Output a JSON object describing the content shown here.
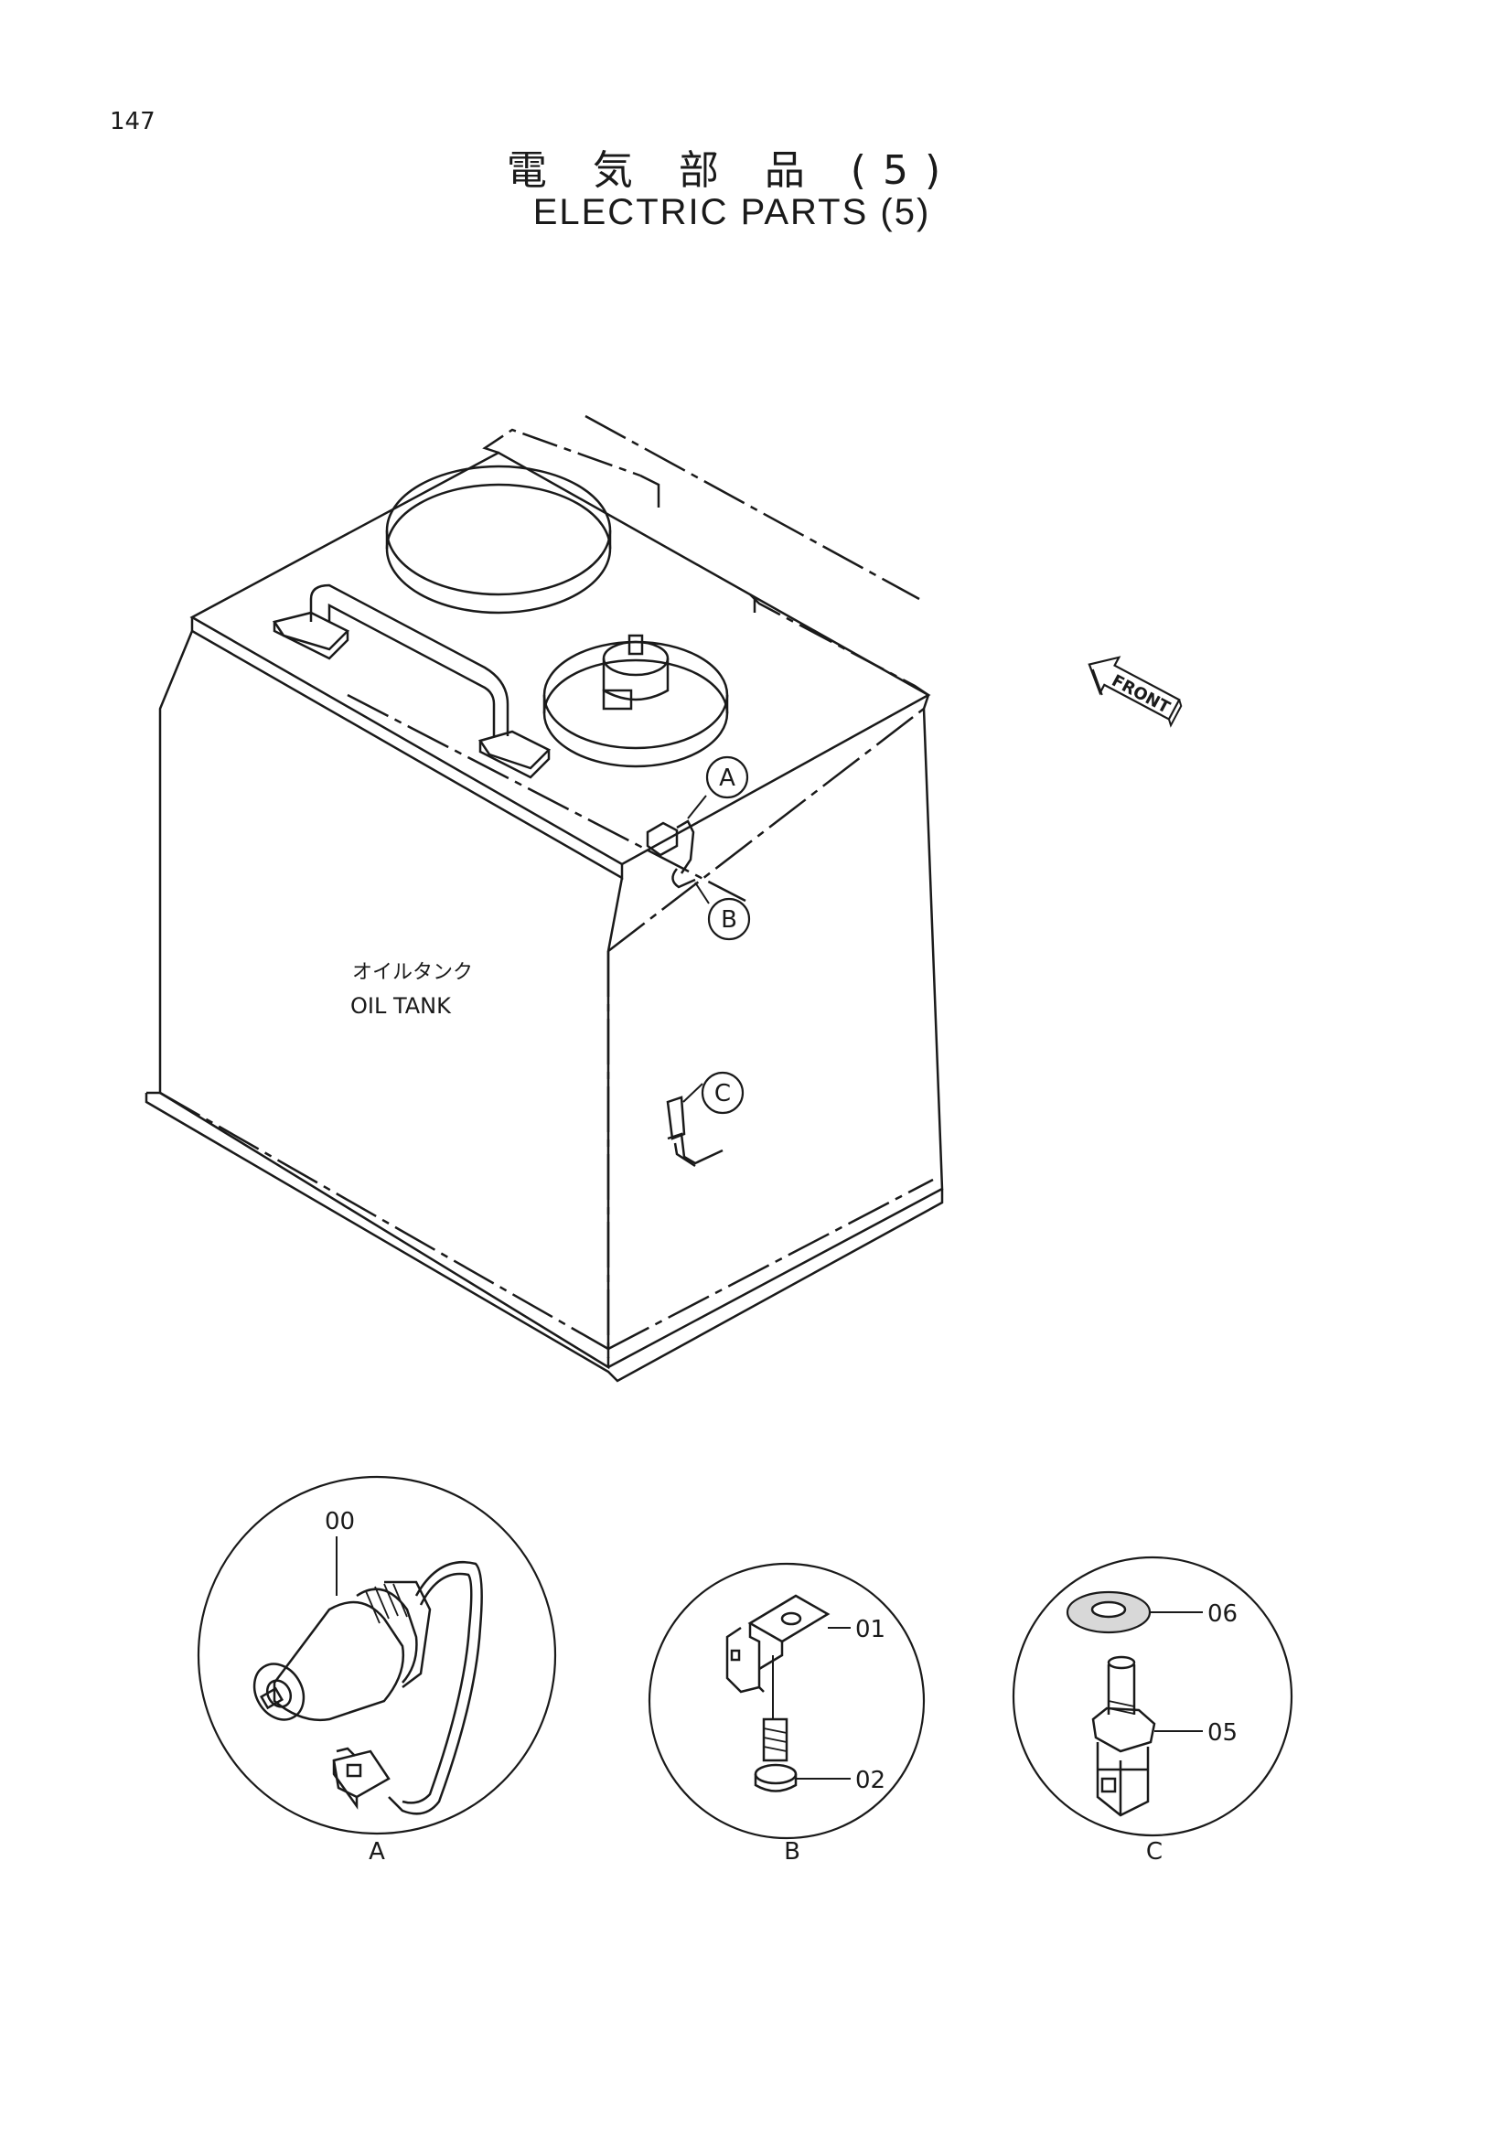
{
  "page_number": "147",
  "title_jp": "電 気 部 品 (5)",
  "title_en": "ELECTRIC PARTS (5)",
  "tank_label_jp": "オイルタンク",
  "tank_label_en": "OIL TANK",
  "front_label": "FRONT",
  "callouts": [
    "A",
    "B",
    "C"
  ],
  "details": [
    {
      "ref": "A",
      "parts": [
        "00"
      ]
    },
    {
      "ref": "B",
      "parts": [
        "01",
        "02"
      ]
    },
    {
      "ref": "C",
      "parts": [
        "06",
        "05"
      ]
    }
  ]
}
